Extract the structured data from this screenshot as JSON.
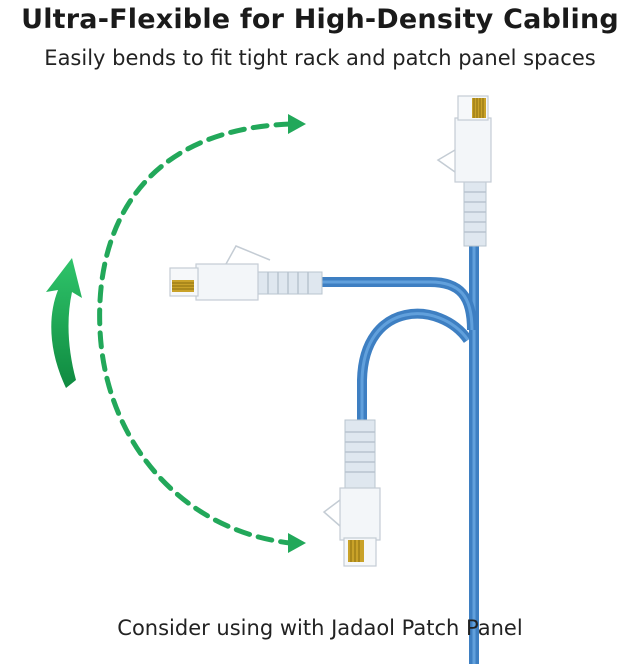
{
  "header": {
    "title": "Ultra-Flexible for High-Density Cabling",
    "subtitle": "Easily bends to fit tight rack and patch panel spaces"
  },
  "footer": {
    "caption": "Consider using with Jadaol Patch Panel"
  },
  "colors": {
    "cable": "#4a8fd0",
    "arrow": "#1fab55",
    "connector_gold": "#c9a229"
  }
}
